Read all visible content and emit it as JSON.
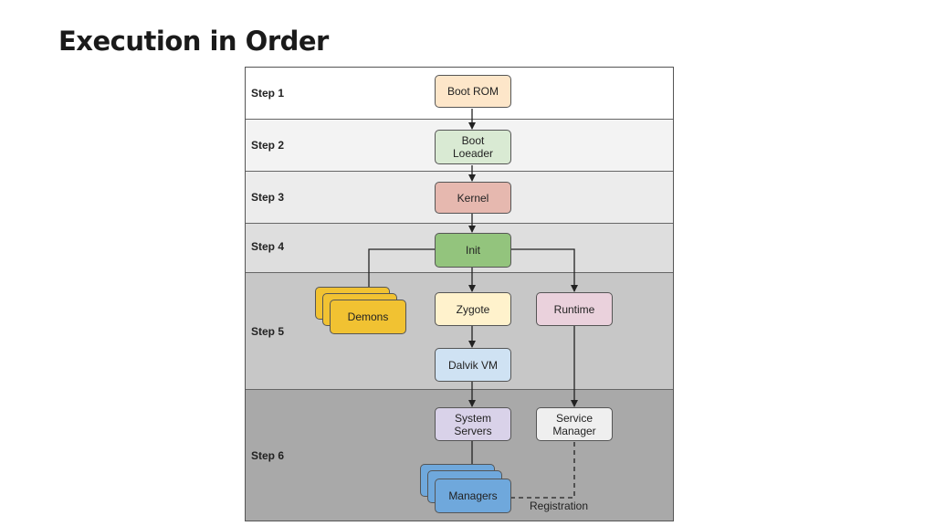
{
  "title": "Execution in Order",
  "steps": [
    "Step 1",
    "Step 2",
    "Step 3",
    "Step 4",
    "Step 5",
    "Step 6"
  ],
  "nodes": {
    "boot_rom": "Boot ROM",
    "boot_loader": "Boot\nLoeader",
    "kernel": "Kernel",
    "init": "Init",
    "demons": "Demons",
    "zygote": "Zygote",
    "runtime": "Runtime",
    "dalvik_vm": "Dalvik VM",
    "system_servers": "System\nServers",
    "service_manager": "Service\nManager",
    "managers": "Managers"
  },
  "edge_labels": {
    "registration": "Registration"
  },
  "colors": {
    "step1_band": "#ffffff",
    "step2_band": "#f3f3f3",
    "step3_band": "#ececec",
    "step4_band": "#dedede",
    "step5_band": "#c7c7c7",
    "step6_band": "#a9a9a9",
    "boot_rom": "#fde6c9",
    "boot_loader": "#d9ead3",
    "kernel": "#e6b8af",
    "init": "#93c47d",
    "demons": "#f1c232",
    "zygote": "#fff2cc",
    "runtime": "#ead1dc",
    "dalvik_vm": "#cfe2f3",
    "system_servers": "#d9d2e9",
    "service_manager": "#efefef",
    "managers": "#6fa8dc"
  }
}
